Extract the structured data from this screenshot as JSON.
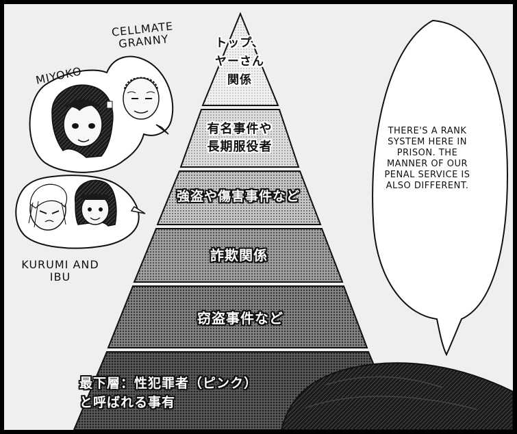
{
  "pyramid": {
    "tiers": [
      {
        "label": "トップ、\nヤーさん\n関係"
      },
      {
        "label": "有名事件や\n長期服役者"
      },
      {
        "label": "強盗や傷害事件など"
      },
      {
        "label": "詐欺関係"
      },
      {
        "label": "窃盗事件など"
      },
      {
        "label": "最下層：性犯罪者（ピンク）\nと呼ばれる事有"
      }
    ]
  },
  "characters": {
    "cellmate_granny": "CELLMATE\nGRANNY",
    "miyoko": "MIYOKO",
    "kurumi_ibu": "KURUMI AND\nIBU"
  },
  "speech": {
    "text": "THERE'S A RANK SYSTEM HERE IN PRISON. THE MANNER OF OUR PENAL SERVICE IS ALSO DIFFERENT."
  },
  "colors": {
    "tier1": "#e6e6e6",
    "tier2": "#d2d2d2",
    "tier3": "#b4b4b4",
    "tier4": "#8a8a8a",
    "tier5": "#6a6a6a",
    "tier6": "#4a4a4a",
    "border": "#111111"
  }
}
